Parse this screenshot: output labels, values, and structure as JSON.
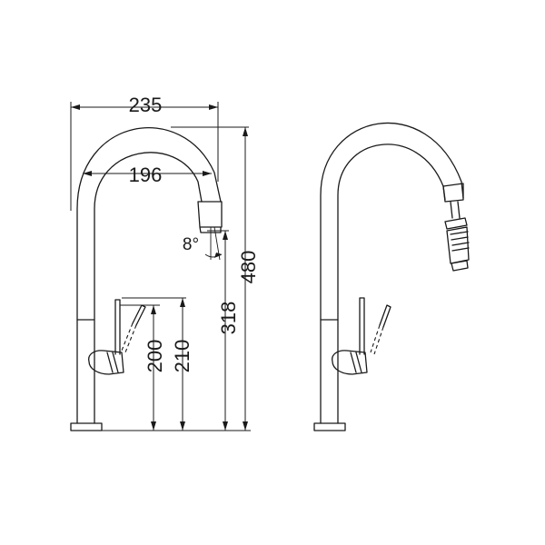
{
  "dimensions": {
    "overall_width": "235",
    "arc_inner_width": "196",
    "total_height": "480",
    "spout_height": "318",
    "lever_height_a": "200",
    "lever_height_b": "210",
    "swivel_angle": "8°"
  }
}
